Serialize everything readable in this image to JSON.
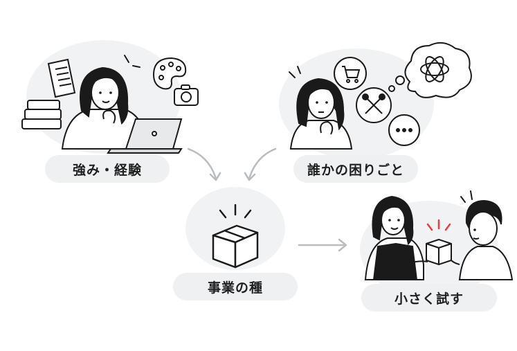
{
  "nodes": {
    "strengths": {
      "label": "強み・経験"
    },
    "problems": {
      "label": "誰かの困りごと"
    },
    "seed": {
      "label": "事業の種"
    },
    "try": {
      "label": "小さく試す"
    }
  },
  "colors": {
    "ink": "#1a1a1a",
    "halo": "#f1f2f3",
    "pill": "#eef0f2",
    "arrow": "#b9bcc0",
    "accent": "#e04040"
  },
  "icons": [
    "document-icon",
    "books-icon",
    "laptop-icon",
    "palette-icon",
    "camera-icon",
    "cart-icon",
    "tools-icon",
    "chat-dots-icon",
    "atom-icon",
    "box-icon"
  ]
}
